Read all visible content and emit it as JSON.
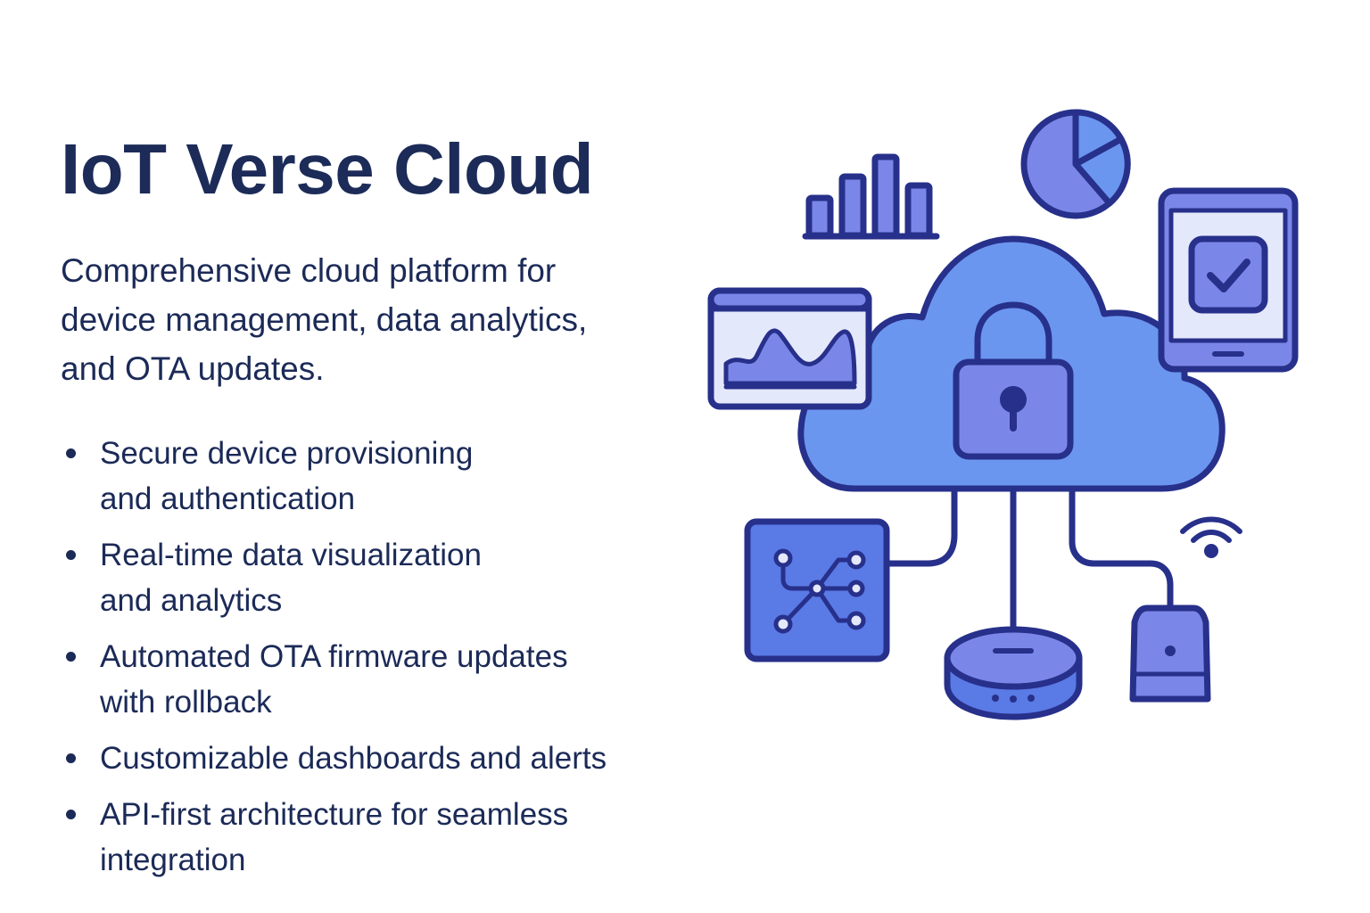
{
  "title": "IoT Verse Cloud",
  "subtitle": [
    "Comprehensive cloud platform for",
    "device management, data analytics,",
    "and OTA updates."
  ],
  "features": [
    [
      "Secure device provisioning",
      "and authentication"
    ],
    [
      "Real-time data visualization",
      "and analytics"
    ],
    [
      "Automated OTA firmware updates",
      "with rollback"
    ],
    [
      "Customizable dashboards and alerts"
    ],
    [
      "API-first architecture for seamless",
      "integration"
    ]
  ],
  "colors": {
    "text": "#1b2a57",
    "outline": "#27308a",
    "cloud": "#6b96f0",
    "accent": "#7b87e8",
    "light": "#e4e8fb"
  },
  "illustration": {
    "icons": [
      "bar-chart-icon",
      "pie-chart-icon",
      "line-chart-window-icon",
      "tablet-check-icon",
      "cloud-icon",
      "padlock-icon",
      "circuit-board-icon",
      "hub-device-icon",
      "sensor-device-icon",
      "wifi-icon"
    ]
  }
}
